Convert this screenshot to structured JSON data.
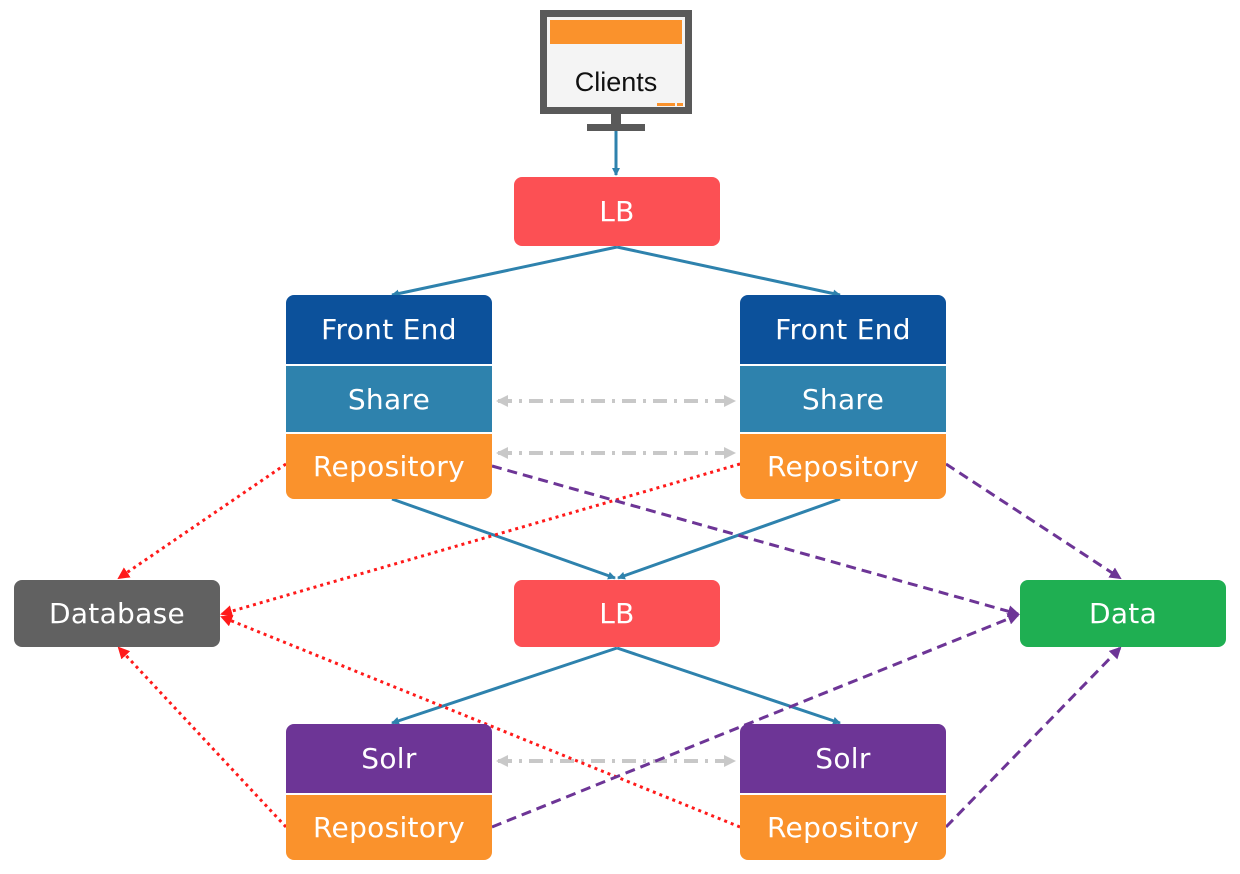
{
  "colors": {
    "lb": "#fc5054",
    "front_end": "#0c519b",
    "share": "#2e82ad",
    "repository": "#fa922c",
    "solr": "#6d3596",
    "database": "#616161",
    "data": "#1faf52",
    "flow_arrow": "#2e82ad",
    "database_link": "#ff1a1a",
    "data_link": "#6d3596",
    "sync_link": "#c8c8c8"
  },
  "nodes": {
    "clients": {
      "label": "Clients"
    },
    "lb_top": {
      "label": "LB"
    },
    "fe_left": {
      "label": "Front End"
    },
    "fe_right": {
      "label": "Front End"
    },
    "share_left": {
      "label": "Share"
    },
    "share_right": {
      "label": "Share"
    },
    "repo_top_left": {
      "label": "Repository"
    },
    "repo_top_right": {
      "label": "Repository"
    },
    "database": {
      "label": "Database"
    },
    "lb_mid": {
      "label": "LB"
    },
    "data": {
      "label": "Data"
    },
    "solr_left": {
      "label": "Solr"
    },
    "solr_right": {
      "label": "Solr"
    },
    "repo_bottom_left": {
      "label": "Repository"
    },
    "repo_bottom_right": {
      "label": "Repository"
    }
  },
  "edges": [
    {
      "from": "clients",
      "to": "lb_top",
      "kind": "flow"
    },
    {
      "from": "lb_top",
      "to": "fe_left",
      "kind": "flow"
    },
    {
      "from": "lb_top",
      "to": "fe_right",
      "kind": "flow"
    },
    {
      "from": "share_left",
      "to": "share_right",
      "kind": "sync"
    },
    {
      "from": "repo_top_left",
      "to": "repo_top_right",
      "kind": "sync"
    },
    {
      "from": "repo_top_left",
      "to": "lb_mid",
      "kind": "flow"
    },
    {
      "from": "repo_top_right",
      "to": "lb_mid",
      "kind": "flow"
    },
    {
      "from": "lb_mid",
      "to": "solr_left",
      "kind": "flow"
    },
    {
      "from": "lb_mid",
      "to": "solr_right",
      "kind": "flow"
    },
    {
      "from": "solr_left",
      "to": "solr_right",
      "kind": "sync"
    },
    {
      "from": "repo_top_left",
      "to": "database",
      "kind": "database_link"
    },
    {
      "from": "repo_top_right",
      "to": "database",
      "kind": "database_link"
    },
    {
      "from": "repo_bottom_left",
      "to": "database",
      "kind": "database_link"
    },
    {
      "from": "repo_bottom_right",
      "to": "database",
      "kind": "database_link"
    },
    {
      "from": "repo_top_left",
      "to": "data",
      "kind": "data_link"
    },
    {
      "from": "repo_top_right",
      "to": "data",
      "kind": "data_link"
    },
    {
      "from": "repo_bottom_left",
      "to": "data",
      "kind": "data_link"
    },
    {
      "from": "repo_bottom_right",
      "to": "data",
      "kind": "data_link"
    }
  ]
}
